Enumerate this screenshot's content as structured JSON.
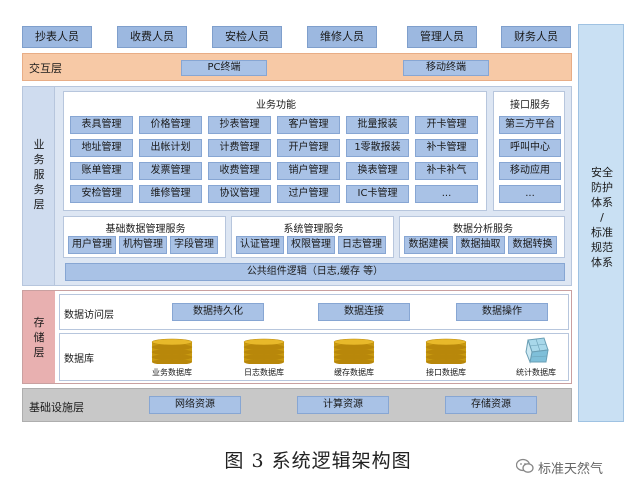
{
  "roles": [
    "抄表人员",
    "收费人员",
    "安检人员",
    "维修人员",
    "管理人员",
    "财务人员"
  ],
  "interaction_layer": {
    "label": "交互层",
    "items": [
      "PC终端",
      "移动终端"
    ]
  },
  "business_layer": {
    "label": "业务服务层",
    "business_functions": {
      "title": "业务功能",
      "rows": [
        [
          "表具管理",
          "价格管理",
          "抄表管理",
          "客户管理",
          "批量报装",
          "开卡管理"
        ],
        [
          "地址管理",
          "出帐计划",
          "计费管理",
          "开户管理",
          "1零散报装",
          "补卡管理"
        ],
        [
          "账单管理",
          "发票管理",
          "收费管理",
          "销户管理",
          "换表管理",
          "补卡补气"
        ],
        [
          "安检管理",
          "维修管理",
          "协议管理",
          "过户管理",
          "IC卡管理",
          "..."
        ]
      ]
    },
    "interface_services": {
      "title": "接口服务",
      "items": [
        "第三方平台",
        "呼叫中心",
        "移动应用",
        "..."
      ]
    },
    "basic_data": {
      "title": "基础数据管理服务",
      "items": [
        "用户管理",
        "机构管理",
        "字段管理"
      ]
    },
    "system_mgmt": {
      "title": "系统管理服务",
      "items": [
        "认证管理",
        "权限管理",
        "日志管理"
      ]
    },
    "data_analysis": {
      "title": "数据分析服务",
      "items": [
        "数据建模",
        "数据抽取",
        "数据转换"
      ]
    },
    "public_component": "公共组件逻辑（日志,缓存 等）"
  },
  "storage_layer": {
    "label": "存储层",
    "data_access": {
      "label": "数据访问层",
      "items": [
        "数据持久化",
        "数据连接",
        "数据操作"
      ]
    },
    "database": {
      "label": "数据库",
      "items": [
        "业务数据库",
        "日志数据库",
        "缓存数据库",
        "接口数据库",
        "统计数据库"
      ]
    }
  },
  "infrastructure_layer": {
    "label": "基础设施层",
    "items": [
      "网络资源",
      "计算资源",
      "存储资源"
    ]
  },
  "security": "安全防护体系／标准规范体系",
  "caption": "图 3    系统逻辑架构图",
  "watermark": "标准天然气",
  "colors": {
    "role_blue": "#9cb8e0",
    "button_blue": "#a9c2e6",
    "interaction_orange": "#f7c9a6",
    "business_band": "#dde6f3",
    "storage_side": "#e8b0b0",
    "infrastructure_gray": "#c8c8c8",
    "security_blue": "#c9e0f3",
    "drum_gold": "#d4a017"
  }
}
